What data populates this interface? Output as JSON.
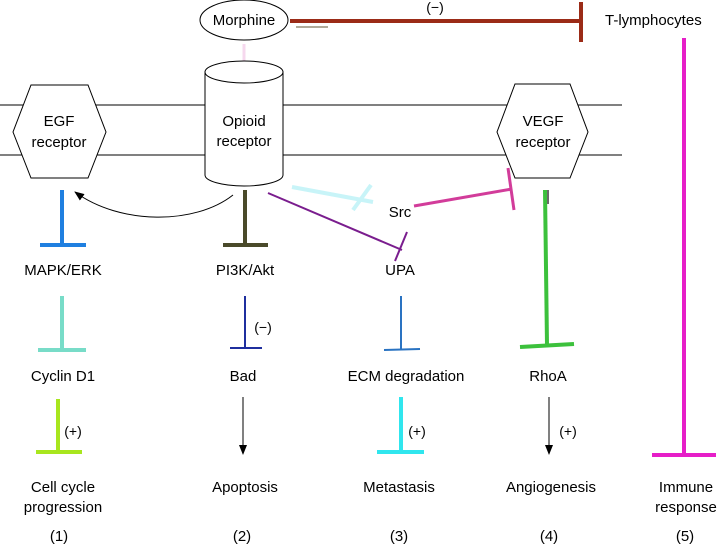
{
  "colors": {
    "membrane": "#000000",
    "morphine_inhibit": "#9b2b17",
    "egf_inhibit": "#1f7fe0",
    "cyclin_inhibit": "#78dcc8",
    "cellcycle_inhibit": "#a8e61e",
    "pi3k_inhibit": "#4a4a2a",
    "bad_inhibit": "#1f2f9e",
    "src_inhibit": "#c8f4f8",
    "upa_inhibit": "#7a1d8e",
    "vegf_inhibit": "#d23c9a",
    "ecm_inhibit": "#2a73c2",
    "metastasis_inhibit": "#30e6ee",
    "rhoa_inhibit": "#3cc13c",
    "tlymph_inhibit": "#e61ec8",
    "pale_pink": "#f6d8ee"
  },
  "nodes": {
    "morphine": "Morphine",
    "t_lymphocytes": "T-lymphocytes",
    "egf_receptor": [
      "EGF",
      "receptor"
    ],
    "opioid_receptor": [
      "Opioid",
      "receptor"
    ],
    "vegf_receptor": [
      "VEGF",
      "receptor"
    ],
    "src": "Src",
    "mapk": "MAPK/ERK",
    "pi3k": "PI3K/Akt",
    "upa": "UPA",
    "cyclin": "Cyclin D1",
    "bad": "Bad",
    "ecm": "ECM degradation",
    "rhoa": "RhoA",
    "cell_cycle": [
      "Cell cycle",
      "progression"
    ],
    "apoptosis": "Apoptosis",
    "metastasis": "Metastasis",
    "angiogenesis": "Angiogenesis",
    "immune": [
      "Immune",
      "response"
    ]
  },
  "signs": {
    "morphine_t": "(−)",
    "bad": "(−)",
    "cell_cycle": "(+)",
    "metastasis": "(+)",
    "angiogenesis": "(+)"
  },
  "columns": [
    "(1)",
    "(2)",
    "(3)",
    "(4)",
    "(5)"
  ]
}
